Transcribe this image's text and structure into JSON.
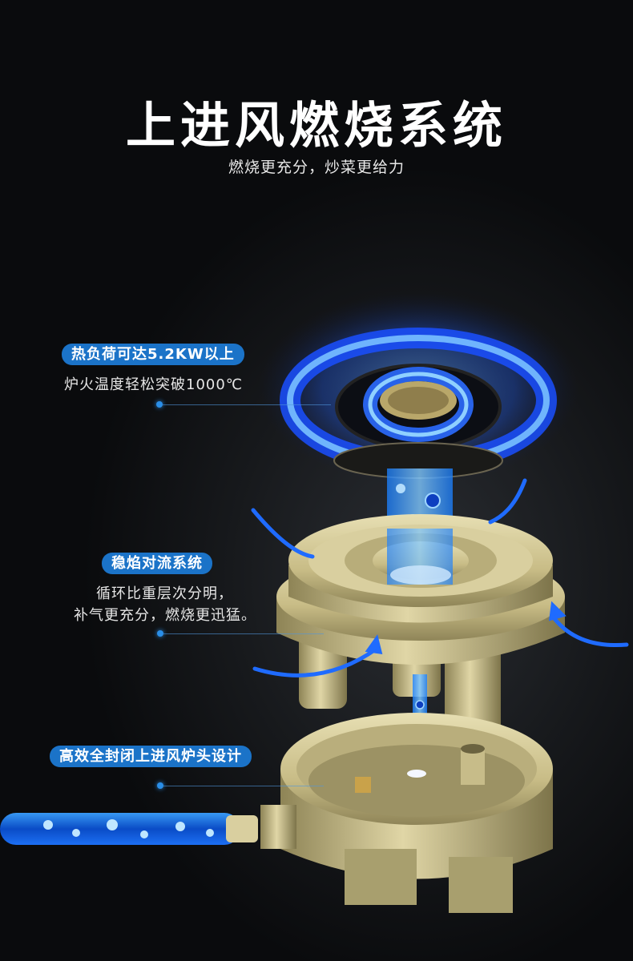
{
  "header": {
    "title": "上进风燃烧系统",
    "subtitle": "燃烧更充分，炒菜更给力"
  },
  "features": [
    {
      "label": "热负荷可达5.2KW以上",
      "description": [
        "炉火温度轻松突破1000℃"
      ]
    },
    {
      "label": "稳焰对流系统",
      "description": [
        "循环比重层次分明，",
        "补气更充分，燃烧更迅猛。"
      ]
    },
    {
      "label": "高效全封闭上进风炉头设计",
      "description": []
    }
  ],
  "colors": {
    "accent": "#1b73c8",
    "flame": "#2a7bff",
    "brass": "#c9bf8f"
  }
}
